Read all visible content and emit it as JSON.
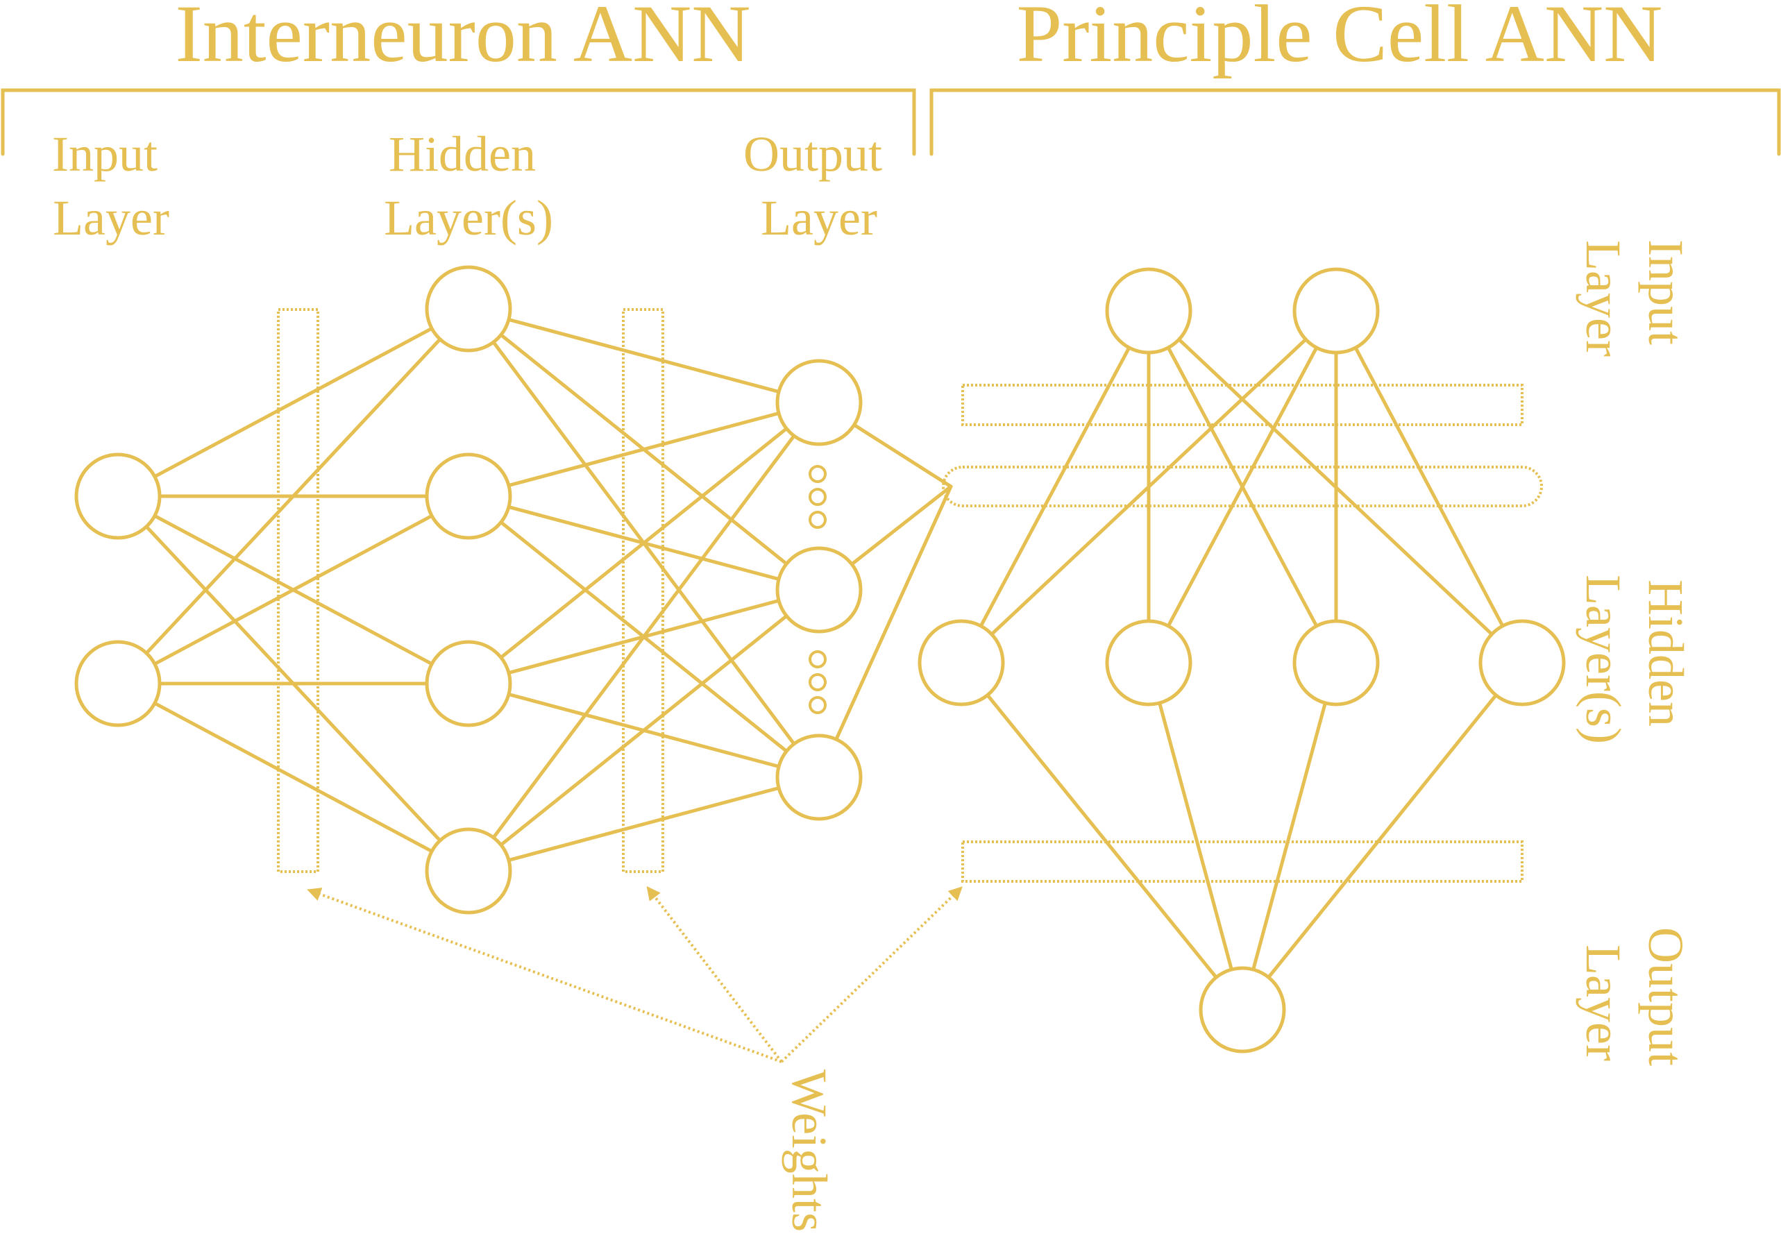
{
  "colors": {
    "accent": "#E6BF52",
    "background": "#ffffff"
  },
  "titles": {
    "interneuron": "Interneuron ANN",
    "principle": "Principle Cell ANN"
  },
  "interneuron": {
    "input_layer": [
      "Input",
      "Layer"
    ],
    "hidden_layer": [
      "Hidden",
      "Layer(s)"
    ],
    "output_layer": [
      "Output",
      "Layer"
    ]
  },
  "principle": {
    "input_layer": [
      "Input",
      "Layer"
    ],
    "hidden_layer": [
      "Hidden",
      "Layer(s)"
    ],
    "output_layer": [
      "Output",
      "Layer"
    ]
  },
  "weights_label": "Weights"
}
